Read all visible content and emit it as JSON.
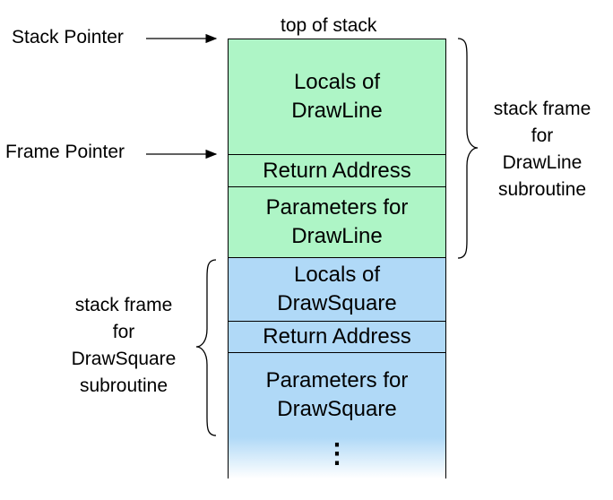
{
  "top_label": "top of stack",
  "pointers": {
    "stack_pointer": "Stack Pointer",
    "frame_pointer": "Frame Pointer"
  },
  "cells": {
    "locals_drawline": [
      "Locals of",
      "DrawLine"
    ],
    "return_drawline": "Return Address",
    "params_drawline": [
      "Parameters for",
      "DrawLine"
    ],
    "locals_drawsquare": [
      "Locals of",
      "DrawSquare"
    ],
    "return_drawsquare": "Return Address",
    "params_drawsquare": [
      "Parameters for",
      "DrawSquare"
    ],
    "continuation": "⋮"
  },
  "braces": {
    "drawline": [
      "stack frame",
      "for",
      "DrawLine",
      "subroutine"
    ],
    "drawsquare": [
      "stack frame",
      "for",
      "DrawSquare",
      "subroutine"
    ]
  },
  "colors": {
    "drawline_frame": "#aef5c6",
    "drawsquare_frame": "#b0d9f7"
  }
}
